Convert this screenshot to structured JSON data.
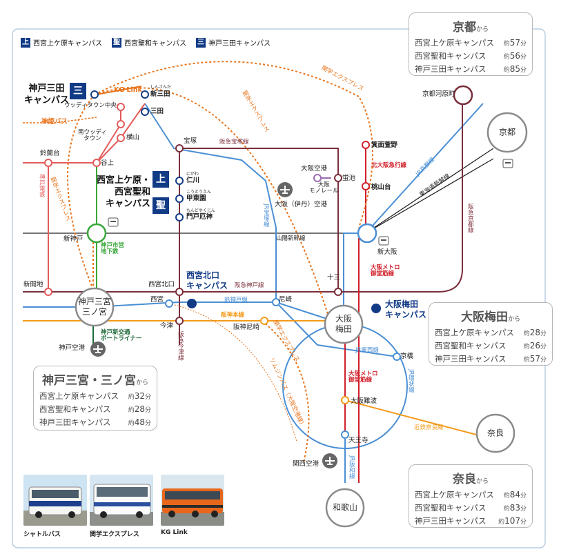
{
  "legend": [
    {
      "badge": "上",
      "label": "西宮上ケ原キャンパス"
    },
    {
      "badge": "聖",
      "label": "西宮聖和キャンパス"
    },
    {
      "badge": "三",
      "label": "神戸三田キャンパス"
    }
  ],
  "campuses": {
    "sanda": {
      "name": "神戸三田\nキャンパス",
      "badge": "三"
    },
    "uegahara": {
      "name": "西宮上ケ原・\n西宮聖和\nキャンパス",
      "badge1": "上",
      "badge2": "聖"
    },
    "kitaguchi": {
      "name": "西宮北口\nキャンパス"
    },
    "umeda": {
      "name": "大阪梅田\nキャンパス"
    }
  },
  "lines": {
    "kglink": "KG Link",
    "shinki": "神姫バス",
    "kobe_dentetsu": "神戸電鉄",
    "kangaku1": "関学エクスプレス",
    "kangaku2": "関学エクスプレス",
    "kangaku3": "関学エクスプレス",
    "kangaku4": "関学エクスプレス",
    "hankyu_takarazuka": "阪急宝塚線",
    "hankyu_kobe": "阪急神戸線",
    "hankyu_imazu": "阪急今津線",
    "hankyu_kyoto": "阪急京都線",
    "jr_takarazuka": "JR宝塚線",
    "jr_kobe": "JR神戸線",
    "jr_kyoto": "JR京都線",
    "jr_tozai": "JR東西線",
    "jr_loop": "JR環状線",
    "jr_hanwa": "JR阪和線",
    "sanyo_shinkansen": "山陽新幹線",
    "tokaido_shinkansen": "東海道新幹線",
    "hanshin": "阪神本線",
    "kita_osaka": "北大阪急行線",
    "midosuji": "大阪メトロ\n御堂筋線",
    "midosuji2": "大阪メトロ\n御堂筋線",
    "kintetsu_nara": "近鉄奈良線",
    "limousine": "リムジンバス（大阪空港線）",
    "kobe_subway": "神戸市営\n地下鉄",
    "portliner": "神戸新交通\nポートライナー"
  },
  "stations": {
    "woody_chuo": "ウッディタウン中央",
    "minami_woody": "南ウッディ\nタウン",
    "shinsanda": "新三田",
    "shinsanda_ruby": "しんさんだ",
    "sanda": "三田",
    "yokoyama": "横山",
    "suzurandai": "鈴蘭台",
    "taniue": "谷上",
    "takarazuka": "宝塚",
    "nigawa": "仁川",
    "nigawa_ruby": "にがわ",
    "kotoen": "甲東園",
    "kotoen_ruby": "こうとうえん",
    "mondoyakujin": "門戸厄神",
    "mondoyakujin_ruby": "もんどやくじん",
    "shinkobe": "新神戸",
    "shinkaichi": "新開地",
    "sannomiya": "神戸三宮\n三ノ宮",
    "kobe_airport": "神戸空港",
    "nishinomiya_kitaguchi": "西宮北口",
    "nishinomiya": "西宮",
    "imazu": "今津",
    "amagasaki": "尼崎",
    "hanshin_amagasaki": "阪神尼崎",
    "juso": "十三",
    "umeda": "大阪\n梅田",
    "kyobashi": "京橋",
    "namba": "大阪難波",
    "tennoji": "天王寺",
    "kansai_airport": "関西空港",
    "wakayama": "和歌山",
    "nara": "奈良",
    "kyoto": "京都",
    "kyoto_kawaramachi": "京都河原町",
    "shin_osaka": "新大阪",
    "minoh_kayano": "箕面萱野",
    "momoyamadai": "桃山台",
    "osaka_airport_stop": "大阪空港",
    "hotarugaike": "蛍池",
    "osaka_monorail": "大阪\nモノレール",
    "itami_airport": "大阪（伊丹）空港"
  },
  "boxes": {
    "kyoto": {
      "title": "京都",
      "suffix": "から",
      "rows": [
        {
          "name": "西宮上ケ原キャンパス",
          "pre": "約",
          "min": "57",
          "post": "分"
        },
        {
          "name": "西宮聖和キャンパス",
          "pre": "約",
          "min": "56",
          "post": "分"
        },
        {
          "name": "神戸三田キャンパス",
          "pre": "約",
          "min": "85",
          "post": "分"
        }
      ]
    },
    "umeda": {
      "title": "大阪梅田",
      "suffix": "から",
      "rows": [
        {
          "name": "西宮上ケ原キャンパス",
          "pre": "約",
          "min": "28",
          "post": "分"
        },
        {
          "name": "西宮聖和キャンパス",
          "pre": "約",
          "min": "26",
          "post": "分"
        },
        {
          "name": "神戸三田キャンパス",
          "pre": "約",
          "min": "57",
          "post": "分"
        }
      ]
    },
    "sannomiya": {
      "title": "神戸三宮・三ノ宮",
      "suffix": "から",
      "rows": [
        {
          "name": "西宮上ケ原キャンパス",
          "pre": "約",
          "min": "32",
          "post": "分"
        },
        {
          "name": "西宮聖和キャンパス",
          "pre": "約",
          "min": "28",
          "post": "分"
        },
        {
          "name": "神戸三田キャンパス",
          "pre": "約",
          "min": "48",
          "post": "分"
        }
      ]
    },
    "nara": {
      "title": "奈良",
      "suffix": "から",
      "rows": [
        {
          "name": "西宮上ケ原キャンパス",
          "pre": "約",
          "min": "84",
          "post": "分"
        },
        {
          "name": "西宮聖和キャンパス",
          "pre": "約",
          "min": "83",
          "post": "分"
        },
        {
          "name": "神戸三田キャンパス",
          "pre": "約",
          "min": "107",
          "post": "分"
        }
      ]
    }
  },
  "photos": [
    {
      "caption": "シャトルバス"
    },
    {
      "caption": "関学エクスプレス"
    },
    {
      "caption": "KG Link"
    }
  ],
  "colors": {
    "hankyu": "#7a2e3a",
    "jr": "#4a8fd4",
    "shinkansen": "#222222",
    "kobe_dentetsu": "#e35a5a",
    "express_bus": "#e8731a",
    "hanshin": "#f39a1a",
    "subway_green": "#3aa63a",
    "metro_red": "#d0202a",
    "monorail": "#9b6bb0",
    "campus_navy": "#123b86",
    "portliner": "#1f6a3a"
  }
}
